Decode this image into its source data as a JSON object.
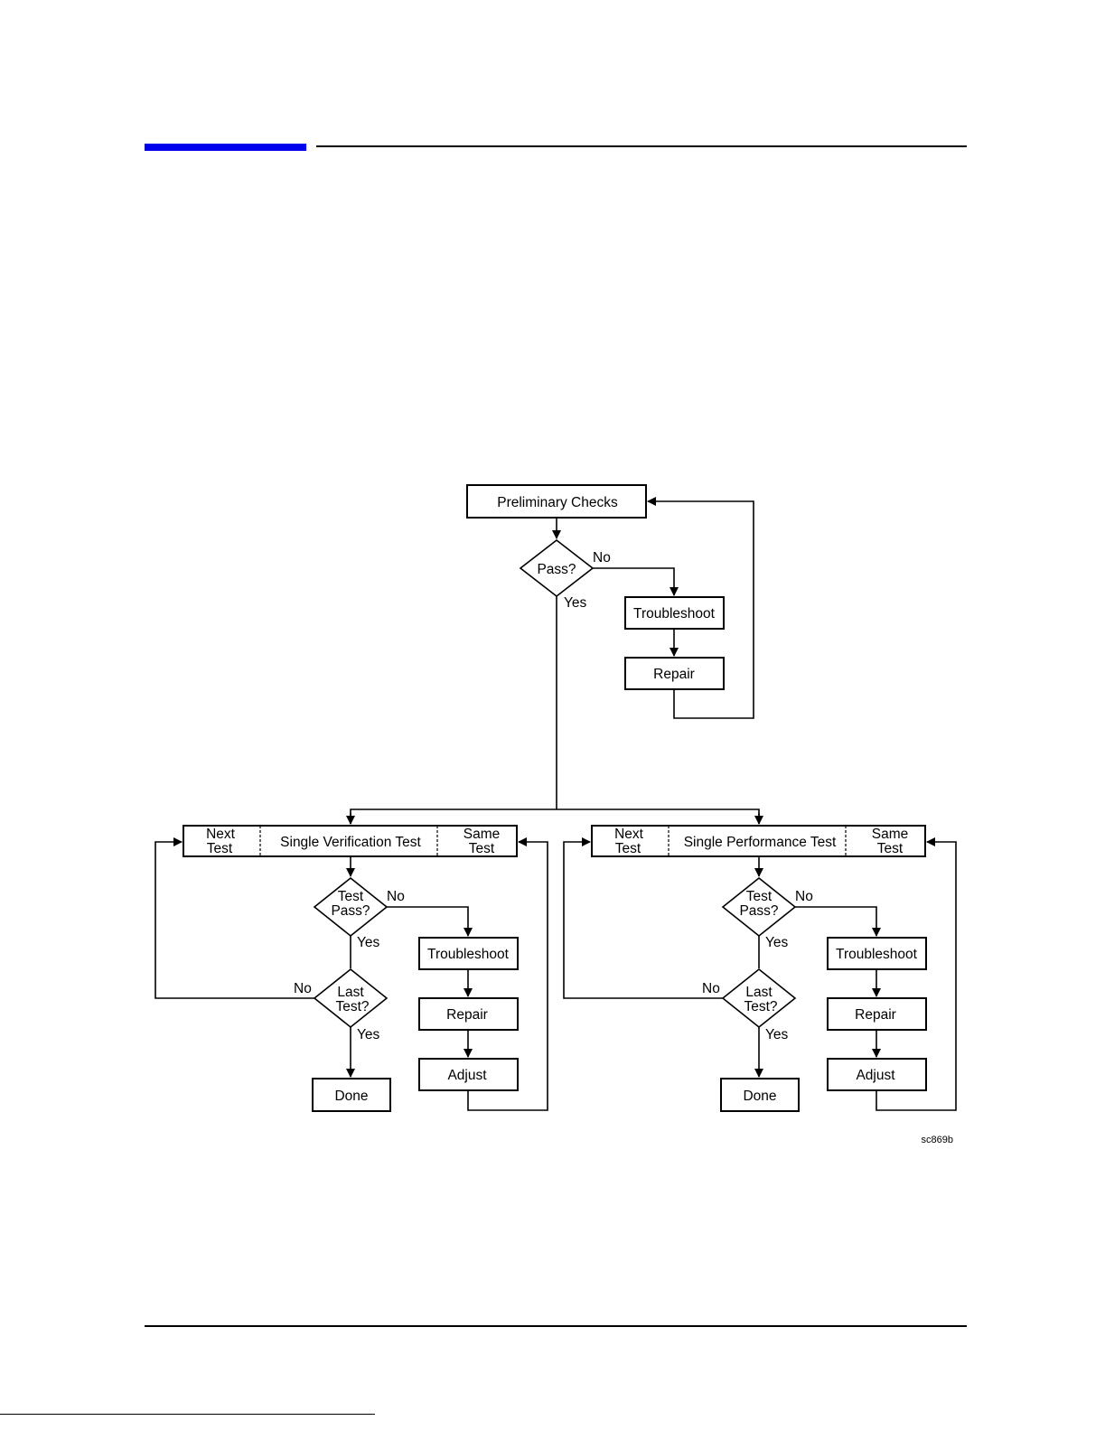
{
  "nodes": {
    "preliminary": "Preliminary Checks",
    "pass": "Pass?",
    "troubleshoot_top": "Troubleshoot",
    "repair_top": "Repair",
    "ver_next_1": "Next",
    "ver_next_2": "Test",
    "ver_single": "Single Verification Test",
    "ver_same_1": "Same",
    "ver_same_2": "Test",
    "ver_testpass_1": "Test",
    "ver_testpass_2": "Pass?",
    "ver_last_1": "Last",
    "ver_last_2": "Test?",
    "ver_troubleshoot": "Troubleshoot",
    "ver_repair": "Repair",
    "ver_adjust": "Adjust",
    "ver_done": "Done",
    "perf_next_1": "Next",
    "perf_next_2": "Test",
    "perf_single": "Single Performance Test",
    "perf_same_1": "Same",
    "perf_same_2": "Test",
    "perf_testpass_1": "Test",
    "perf_testpass_2": "Pass?",
    "perf_last_1": "Last",
    "perf_last_2": "Test?",
    "perf_troubleshoot": "Troubleshoot",
    "perf_repair": "Repair",
    "perf_adjust": "Adjust",
    "perf_done": "Done"
  },
  "edge_labels": {
    "pass_no": "No",
    "pass_yes": "Yes",
    "ver_testpass_no": "No",
    "ver_testpass_yes": "Yes",
    "ver_last_no": "No",
    "ver_last_yes": "Yes",
    "perf_testpass_no": "No",
    "perf_testpass_yes": "Yes",
    "perf_last_no": "No",
    "perf_last_yes": "Yes"
  },
  "figure_id": "sc869b",
  "colors": {
    "accent_rule": "#0000ee",
    "ink": "#000000"
  }
}
